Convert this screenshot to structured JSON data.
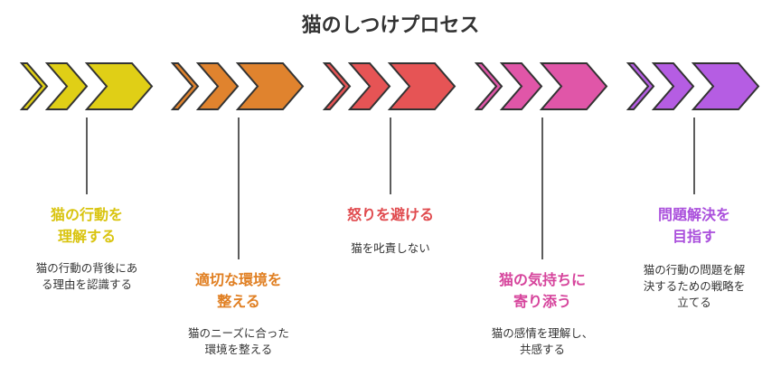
{
  "title": "猫のしつけプロセス",
  "steps": [
    {
      "title": "猫の行動を\n理解する",
      "description": "猫の行動の背後にあ\nる理由を認識する",
      "fill": "#e0cf16",
      "text_color": "#d9c40f"
    },
    {
      "title": "適切な環境を\n整える",
      "description": "猫のニーズに合った\n環境を整える",
      "fill": "#e0832e",
      "text_color": "#e07f22"
    },
    {
      "title": "怒りを避ける",
      "description": "猫を叱責しない",
      "fill": "#e65455",
      "text_color": "#e04a4e"
    },
    {
      "title": "猫の気持ちに\n寄り添う",
      "description": "猫の感情を理解し、\n共感する",
      "fill": "#e056a8",
      "text_color": "#d6449c"
    },
    {
      "title": "問題解決を\n目指す",
      "description": "猫の行動の問題を解\n決するための戦略を\n立てる",
      "fill": "#b55de3",
      "text_color": "#aa4fdc"
    }
  ],
  "stroke_color": "#333333"
}
